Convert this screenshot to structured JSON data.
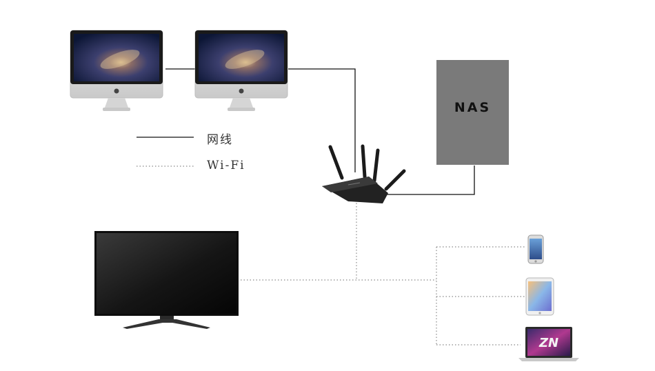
{
  "legend": {
    "wired_label": "网线",
    "wifi_label": "Wi-Fi"
  },
  "nas": {
    "label": "NAS"
  },
  "laptop": {
    "screen_text": "ZN"
  },
  "colors": {
    "wire": "#111111",
    "wifi_dots": "#888888",
    "nas_fill": "#7a7a7a",
    "tv_bezel": "#111111",
    "screen_blue": "#2c3f63"
  },
  "icons": [
    "imac-left-icon",
    "imac-right-icon",
    "router-icon",
    "tv-icon",
    "iphone-icon",
    "ipad-icon",
    "macbook-icon",
    "nas-box"
  ]
}
